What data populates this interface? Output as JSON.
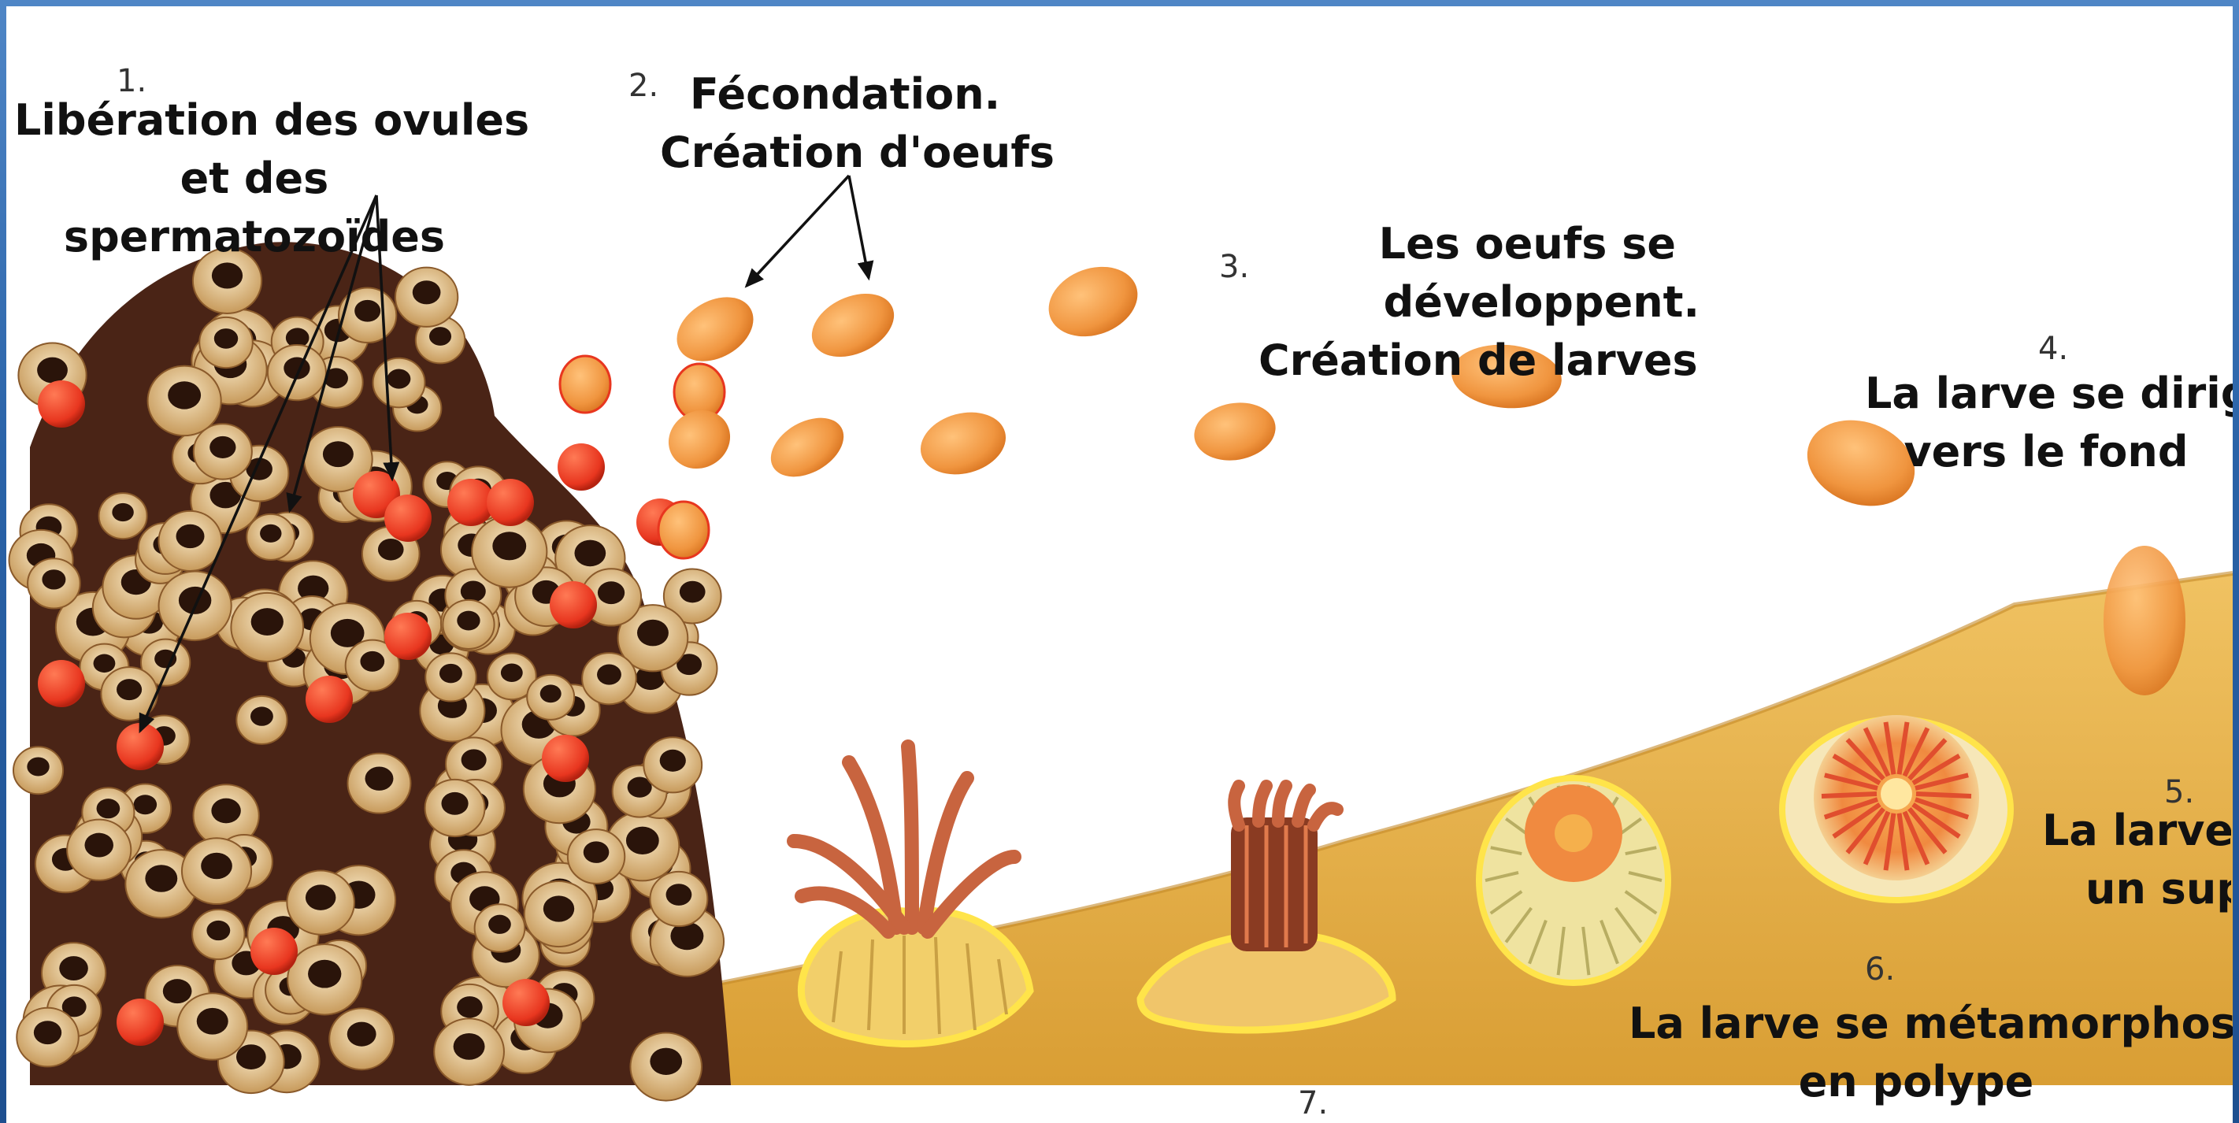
{
  "steps": [
    {
      "num": "1.",
      "lines": [
        "Libération des ovules",
        "et des",
        "spermatozoïdes"
      ]
    },
    {
      "num": "2.",
      "lines": [
        "Fécondation.",
        "Création d'oeufs"
      ]
    },
    {
      "num": "3.",
      "lines": [
        "Les oeufs se",
        "développent.",
        "Création de larves"
      ]
    },
    {
      "num": "4.",
      "lines": [
        "La larve se dirige",
        "vers le fond"
      ]
    },
    {
      "num": "5.",
      "lines": [
        "La larve s",
        "un supp"
      ]
    },
    {
      "num": "6.",
      "lines": [
        "La larve se métamorphose",
        "en polype"
      ]
    },
    {
      "num": "7.",
      "lines": []
    }
  ],
  "colors": {
    "egg": "#f0953f",
    "egg_red": "#e8361f",
    "sand": "#e9b44c",
    "coral_dark": "#4a2416",
    "polyp_tan": "#e2c089",
    "outline_yellow": "#ffe44a",
    "frame_blue": "#2f6fb3"
  }
}
